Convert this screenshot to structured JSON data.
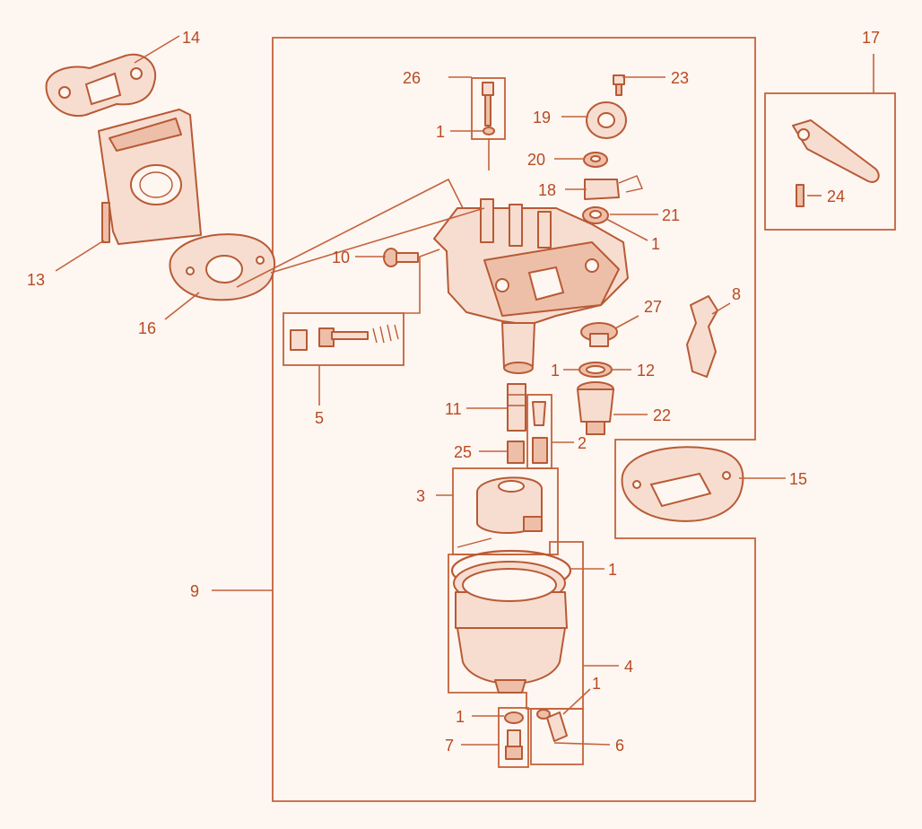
{
  "diagram": {
    "accent_color": "#c4623a",
    "label_color": "#b84a22",
    "background_color": "#fdf6f1",
    "callouts": {
      "c14": "14",
      "c13": "13",
      "c16": "16",
      "c26": "26",
      "c1_top": "1",
      "c23": "23",
      "c19": "19",
      "c20": "20",
      "c18": "18",
      "c21": "21",
      "c1_21": "1",
      "c17": "17",
      "c24": "24",
      "c10": "10",
      "c5": "5",
      "c27": "27",
      "c8": "8",
      "c1_12": "1",
      "c12": "12",
      "c11": "11",
      "c22": "22",
      "c25": "25",
      "c2": "2",
      "c15": "15",
      "c3": "3",
      "c9": "9",
      "c1_bowl": "1",
      "c4": "4",
      "c1_6": "1",
      "c1_7": "1",
      "c7": "7",
      "c6": "6"
    }
  }
}
